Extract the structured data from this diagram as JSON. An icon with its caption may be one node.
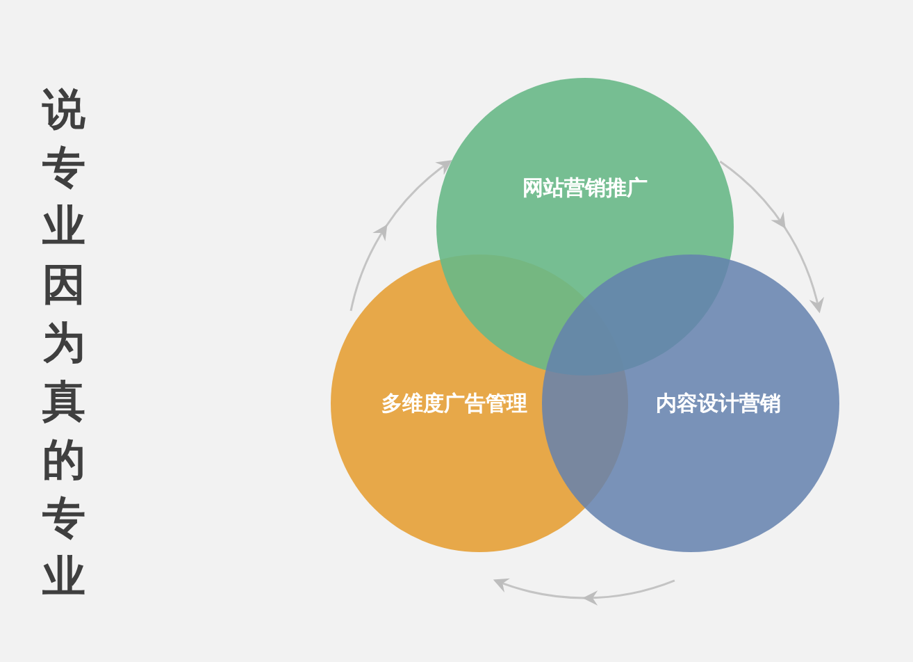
{
  "diagram": {
    "title": "说专业因为真的专业",
    "nodes": [
      {
        "text": [
          "网站营销推广"
        ]
      },
      {
        "text": [
          "多维度广告管理"
        ]
      },
      {
        "text": [
          "内容设计营销"
        ]
      }
    ],
    "edges": [
      {
        "from": 0,
        "to": 2,
        "arrow": "to"
      },
      {
        "from": 2,
        "to": 1,
        "arrow": "to"
      },
      {
        "from": 1,
        "to": 0,
        "arrow": "to"
      }
    ]
  }
}
